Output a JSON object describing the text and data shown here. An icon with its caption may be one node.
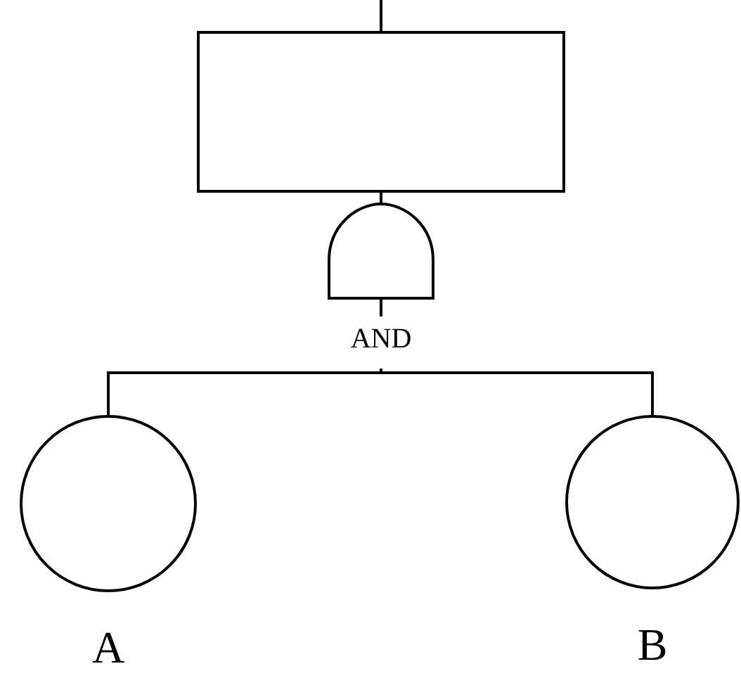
{
  "diagram": {
    "nodes": [
      {
        "text": [],
        "shape": "box"
      },
      {
        "text": [
          "AND"
        ]
      },
      {
        "text": [],
        "shape": "circle",
        "beside": [
          "A"
        ]
      },
      {
        "text": [],
        "shape": "circle",
        "beside": [
          "B"
        ]
      }
    ],
    "edges": [
      {
        "from": null,
        "to": 0,
        "arrow": "none"
      },
      {
        "from": 1,
        "to": 0,
        "arrow": "none"
      },
      {
        "from": 1,
        "to": 2,
        "arrow": "none"
      },
      {
        "from": 1,
        "to": 3,
        "arrow": "none"
      }
    ]
  }
}
